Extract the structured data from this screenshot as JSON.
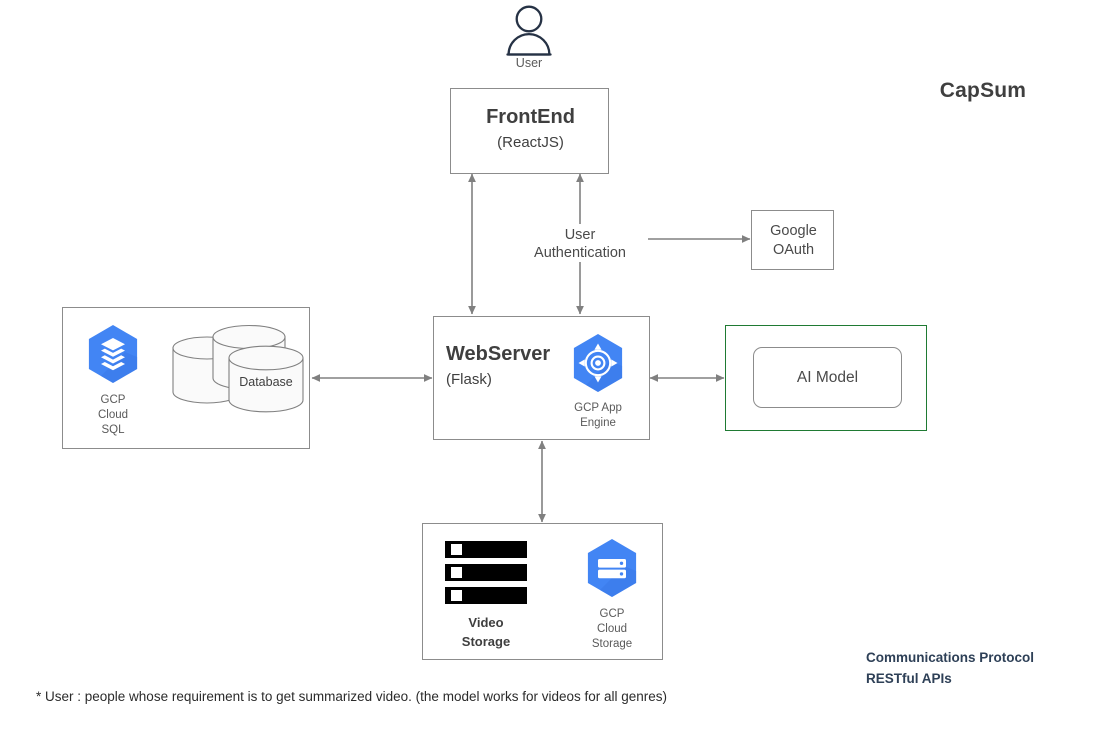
{
  "diagram": {
    "title": "CapSum",
    "user_icon_label": "User",
    "frontend": {
      "name": "FrontEnd",
      "tech": "(ReactJS)"
    },
    "webserver": {
      "name": "WebServer",
      "tech": "(Flask)",
      "icon_label_line1": "GCP App",
      "icon_label_line2": "Engine",
      "icon_name": "gcp-app-engine-icon"
    },
    "auth": {
      "line1": "User",
      "line2": "Authentication"
    },
    "oauth": {
      "line1": "Google",
      "line2": "OAuth"
    },
    "cloudsql": {
      "icon_label_line1": "GCP",
      "icon_label_line2": "Cloud",
      "icon_label_line3": "SQL",
      "database_label": "Database",
      "icon_name": "gcp-cloud-sql-icon"
    },
    "aimodel": {
      "label": "AI Model"
    },
    "videostorage": {
      "label_line1": "Video",
      "label_line2": "Storage",
      "icon_label_line1": "GCP",
      "icon_label_line2": "Cloud",
      "icon_label_line3": "Storage",
      "icon_name": "gcp-cloud-storage-icon"
    },
    "legend": {
      "line1": "Communications Protocol",
      "line2": "RESTful APIs"
    },
    "footnote": "* User : people whose requirement is to get summarized video. (the model works for videos for all genres)",
    "colors": {
      "gcp_blue": "#4285f4",
      "gcp_blue_dark": "#3b78e7",
      "box_border": "#8c8c8c",
      "green_border": "#1f7a33",
      "arrow": "#808080",
      "legend_text": "#2e4057",
      "user_icon": "#263245"
    }
  }
}
